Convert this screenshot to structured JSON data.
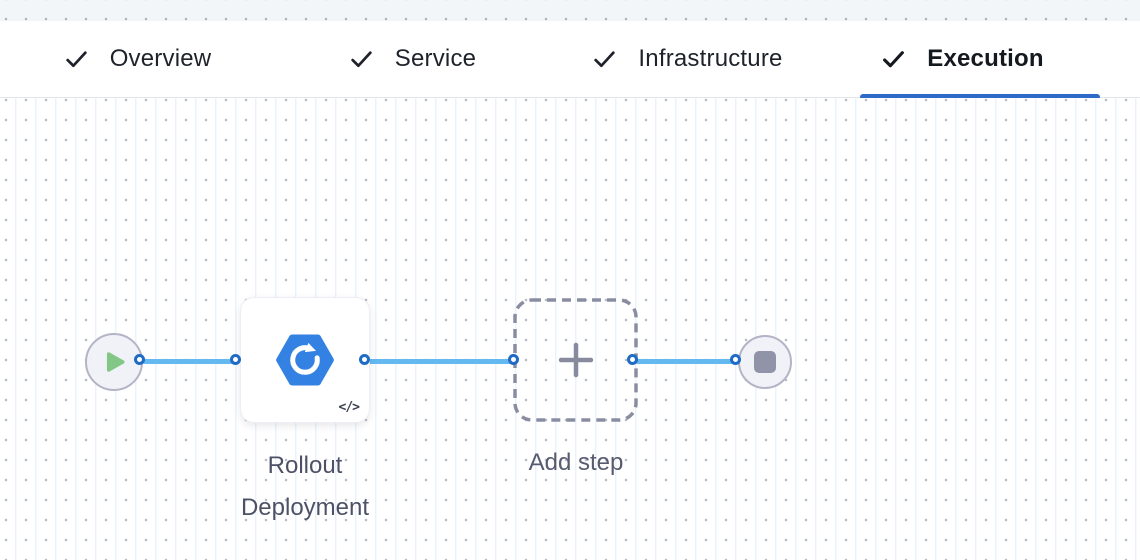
{
  "tabs": {
    "items": [
      {
        "label": "Overview",
        "completed": true,
        "active": false
      },
      {
        "label": "Service",
        "completed": true,
        "active": false
      },
      {
        "label": "Infrastructure",
        "completed": true,
        "active": false
      },
      {
        "label": "Execution",
        "completed": true,
        "active": true
      }
    ]
  },
  "canvas": {
    "start_node": {
      "icon": "play-icon"
    },
    "rollout_node": {
      "label": "Rollout Deployment",
      "icon": "rollout-deployment-icon",
      "code_glyph": "</>"
    },
    "add_step_node": {
      "label": "Add step",
      "icon": "plus-icon"
    },
    "end_node": {
      "icon": "stop-icon"
    }
  },
  "colors": {
    "active_tab_underline": "#2e6ac7",
    "connector_line": "#64b9f1",
    "port_ring": "#1f6bc5",
    "rollout_icon_blue": "#3381e2",
    "play_icon_green": "#82c785",
    "stop_icon_gray": "#9194a9"
  }
}
